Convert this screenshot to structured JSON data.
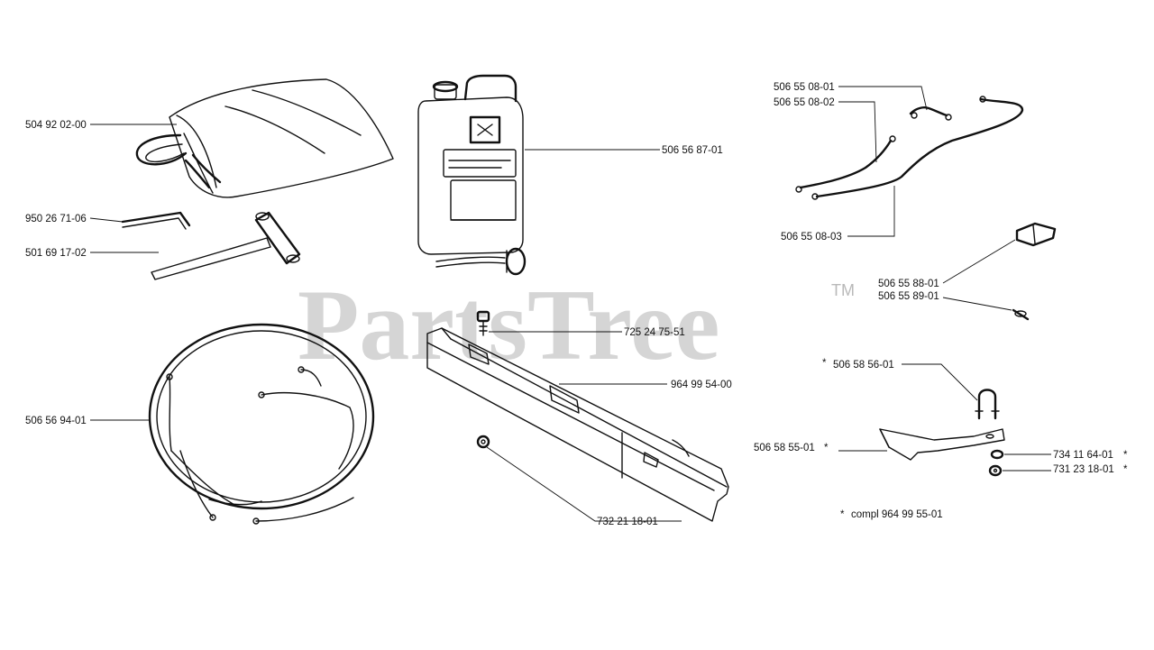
{
  "watermark": {
    "text": "PartsTree",
    "trademark": "TM"
  },
  "parts": {
    "bag": "504 92 02-00",
    "can": "506 56 87-01",
    "key": "950 26 71-06",
    "wrench": "501 69 17-02",
    "cable_a": "506 55 08-01",
    "cable_b": "506 55 08-02",
    "cable_c": "506 55 08-03",
    "clip": "506 55 88-01",
    "terminal": "506 55 89-01",
    "screw": "725 24 75-51",
    "box": "964 99 54-00",
    "nut_box": "732 21 18-01",
    "ubolt": "506 58 56-01",
    "bracket": "506 58 55-01",
    "washer": "734 11 64-01",
    "nut": "731 23 18-01",
    "harness": "506 56 94-01"
  },
  "markers": {
    "star": "*"
  },
  "footnote": "compl 964 99 55-01"
}
